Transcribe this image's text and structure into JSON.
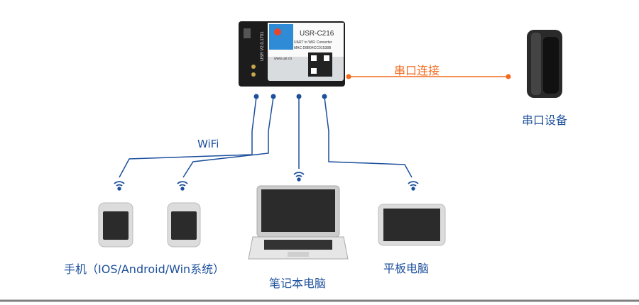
{
  "module": {
    "model": "USR-C216",
    "subtitle": "UART to WiFi Converter",
    "mac": "MAC D8B04CC01538B",
    "website": "www.usr.cn",
    "side_text": "USR V2.0.1701"
  },
  "labels": {
    "serial_link": "串口连接",
    "serial_device": "串口设备",
    "wifi": "WiFi",
    "phone": "手机（IOS/Android/Win系统）",
    "laptop": "笔记本电脑",
    "tablet": "平板电脑"
  },
  "colors": {
    "blue": "#1c4f9c",
    "orange": "#f26a1c",
    "divider": "#7f7f7f"
  }
}
